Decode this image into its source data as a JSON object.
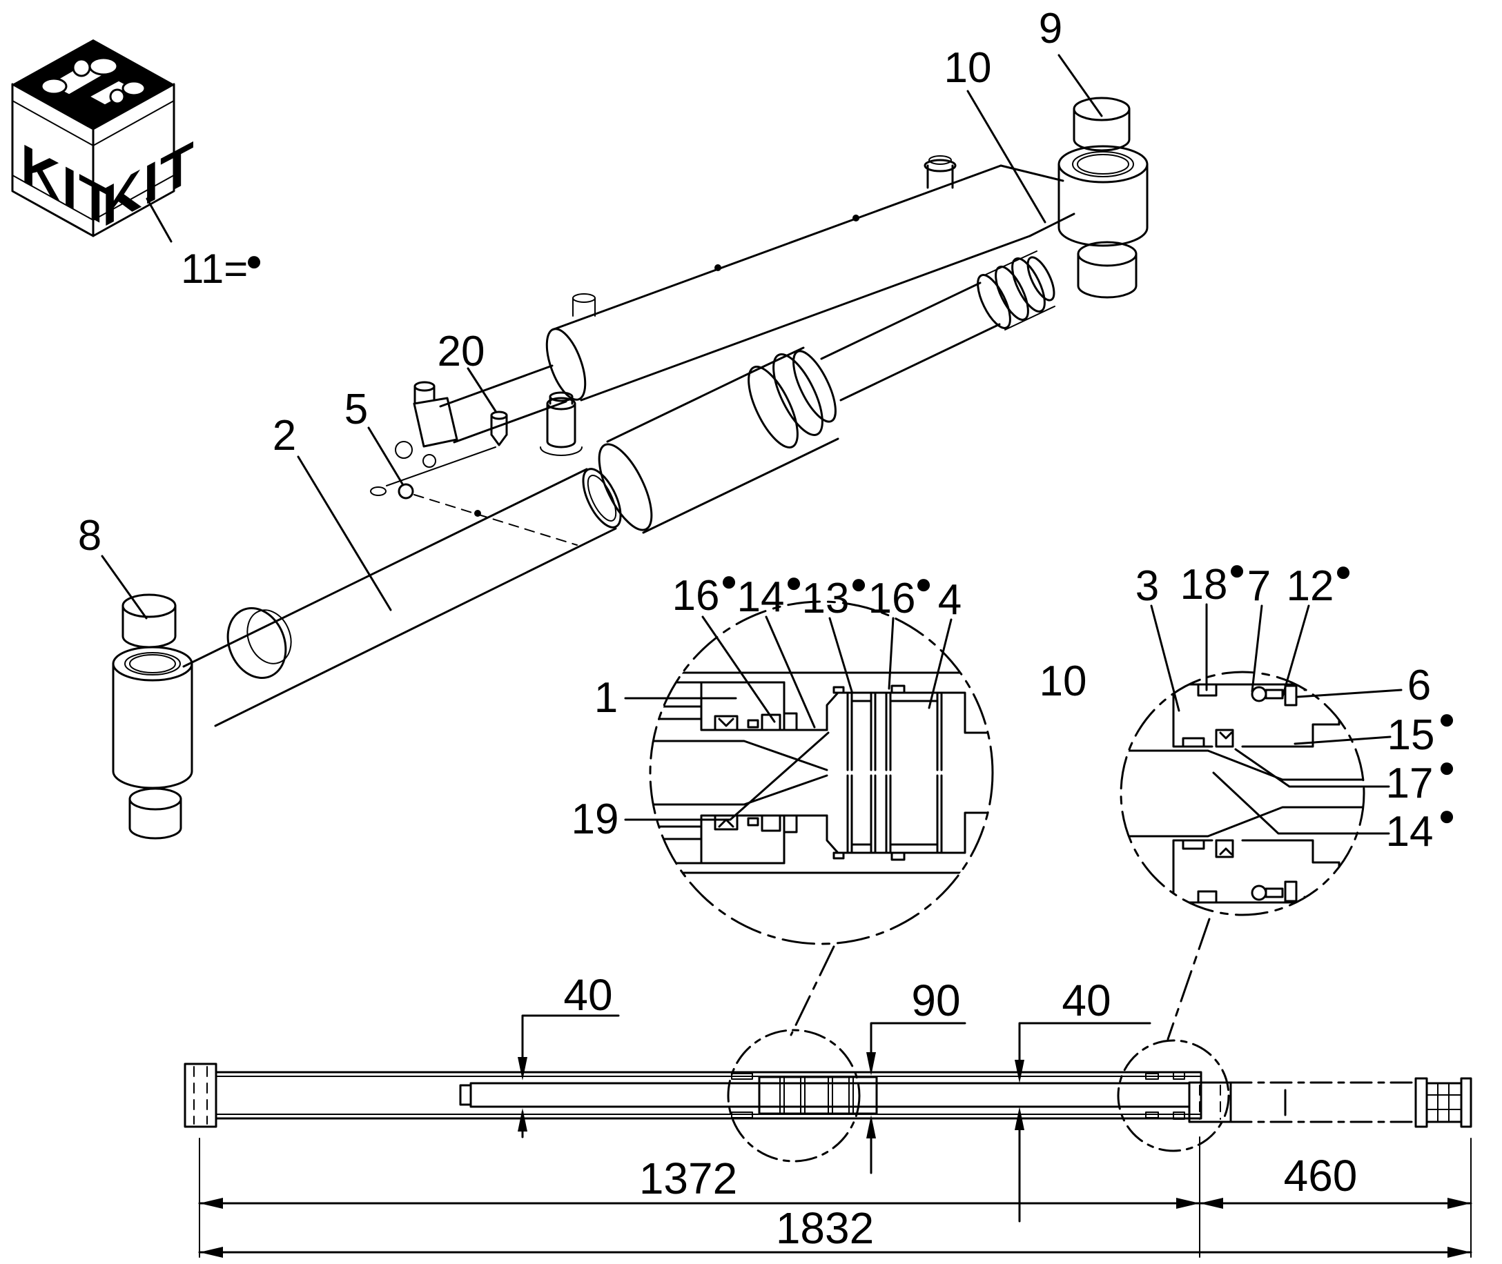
{
  "page": {
    "background": "#ffffff",
    "line_color": "#000000"
  },
  "kit": {
    "side_label_left": "KIT",
    "side_label_right": "KIT",
    "item_label": "11=",
    "dot": "●"
  },
  "callouts": {
    "part1": {
      "number": "1"
    },
    "part2": {
      "number": "2"
    },
    "part3": {
      "number": "3"
    },
    "part4": {
      "number": "4"
    },
    "part5": {
      "number": "5"
    },
    "part6": {
      "number": "6"
    },
    "part7": {
      "number": "7"
    },
    "part8": {
      "number": "8"
    },
    "part9": {
      "number": "9"
    },
    "part10_top": {
      "number": "10"
    },
    "part10_between": {
      "number": "10"
    },
    "part12": {
      "number": "12",
      "dot": "●"
    },
    "part13": {
      "number": "13",
      "dot": "●"
    },
    "part14_top": {
      "number": "14",
      "dot": "●"
    },
    "part14_side": {
      "number": "14",
      "dot": "●"
    },
    "part15": {
      "number": "15",
      "dot": "●"
    },
    "part16_left": {
      "number": "16",
      "dot": "●"
    },
    "part16_right": {
      "number": "16",
      "dot": "●"
    },
    "part17": {
      "number": "17",
      "dot": "●"
    },
    "part18": {
      "number": "18",
      "dot": "●"
    },
    "part19": {
      "number": "19"
    },
    "part20": {
      "number": "20"
    }
  },
  "dimensions": {
    "rod_dia_left": "40",
    "bore_dia": "90",
    "rod_dia_right": "40",
    "closed_center": "1372",
    "stroke": "460",
    "overall": "1832"
  }
}
